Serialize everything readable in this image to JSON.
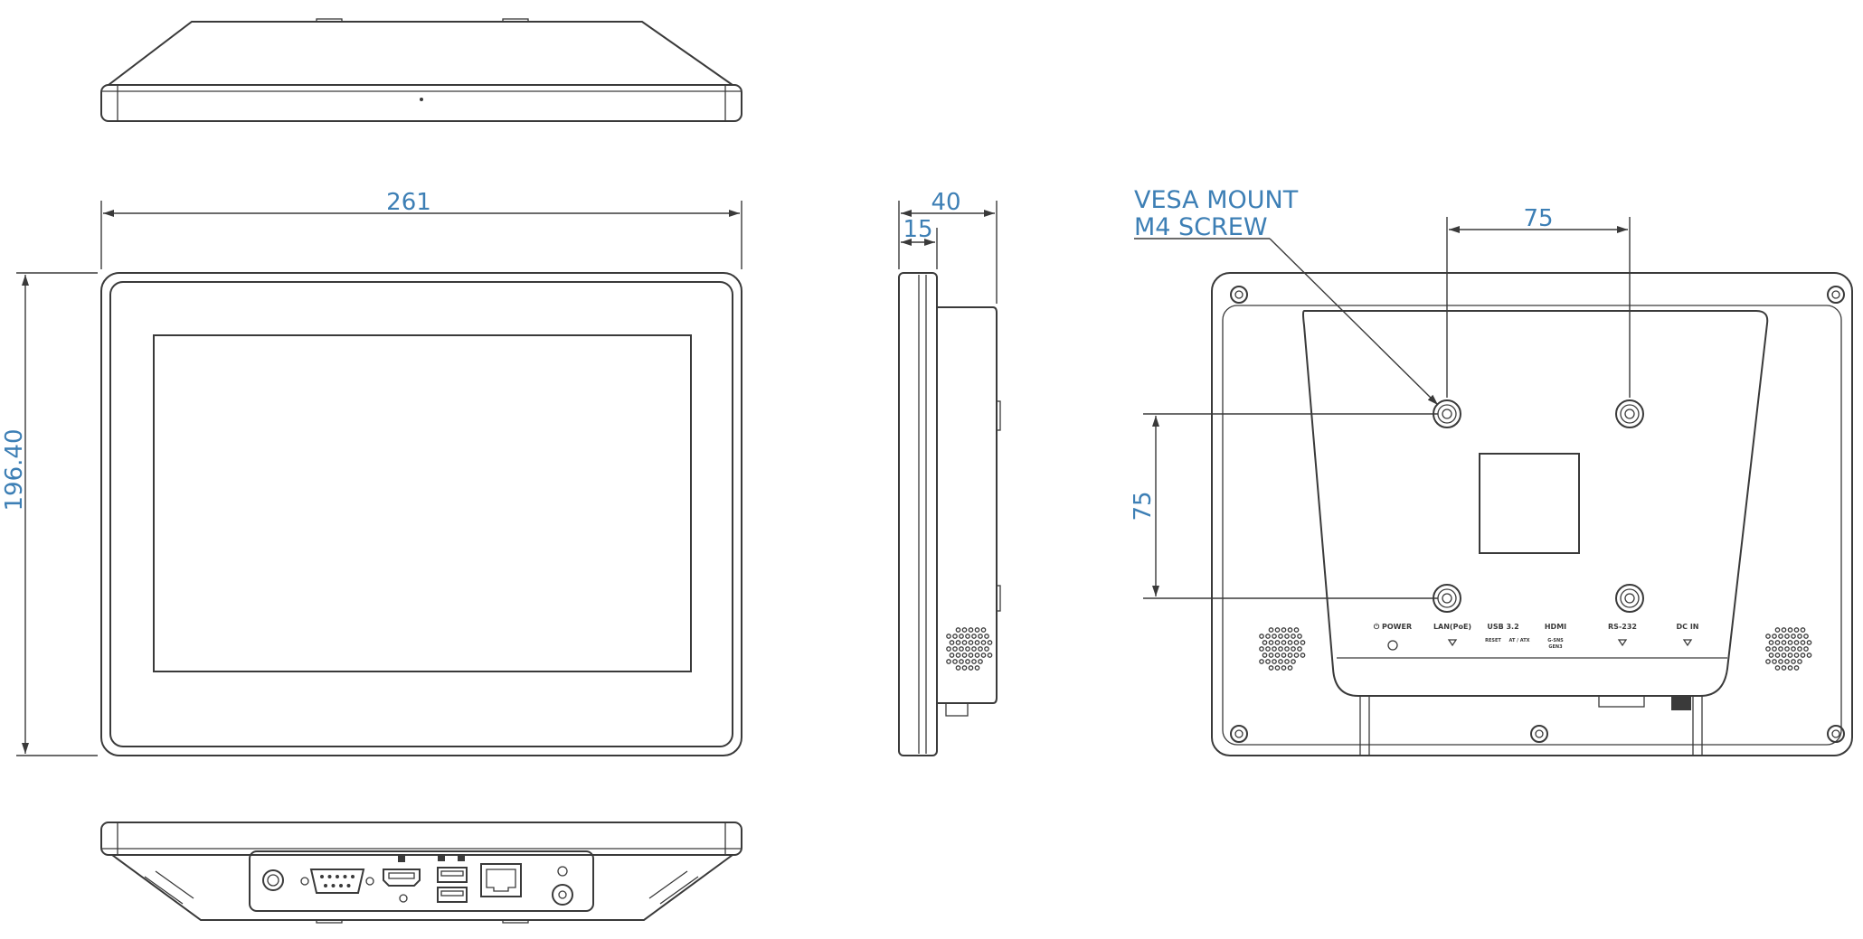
{
  "dimensions": {
    "front_width": "261",
    "front_height": "196.40",
    "side_depth": "40",
    "side_bezel": "15",
    "vesa_horizontal": "75",
    "vesa_vertical": "75"
  },
  "callout": {
    "line1": "VESA MOUNT",
    "line2": "M4 SCREW"
  },
  "ports": {
    "power": "⏻ POWER",
    "lan": "LAN(PoE)",
    "usb": "USB 3.2",
    "usb_sub_left": "RESET",
    "usb_sub_right": "AT / ATX",
    "hdmi": "HDMI",
    "hdmi_sub1": "G-SNS",
    "hdmi_sub2": "GEN3",
    "rs232": "RS-232",
    "dcin": "DC IN"
  },
  "colors": {
    "dimension_text": "#3d7fb5",
    "line": "#3a3a3a"
  }
}
